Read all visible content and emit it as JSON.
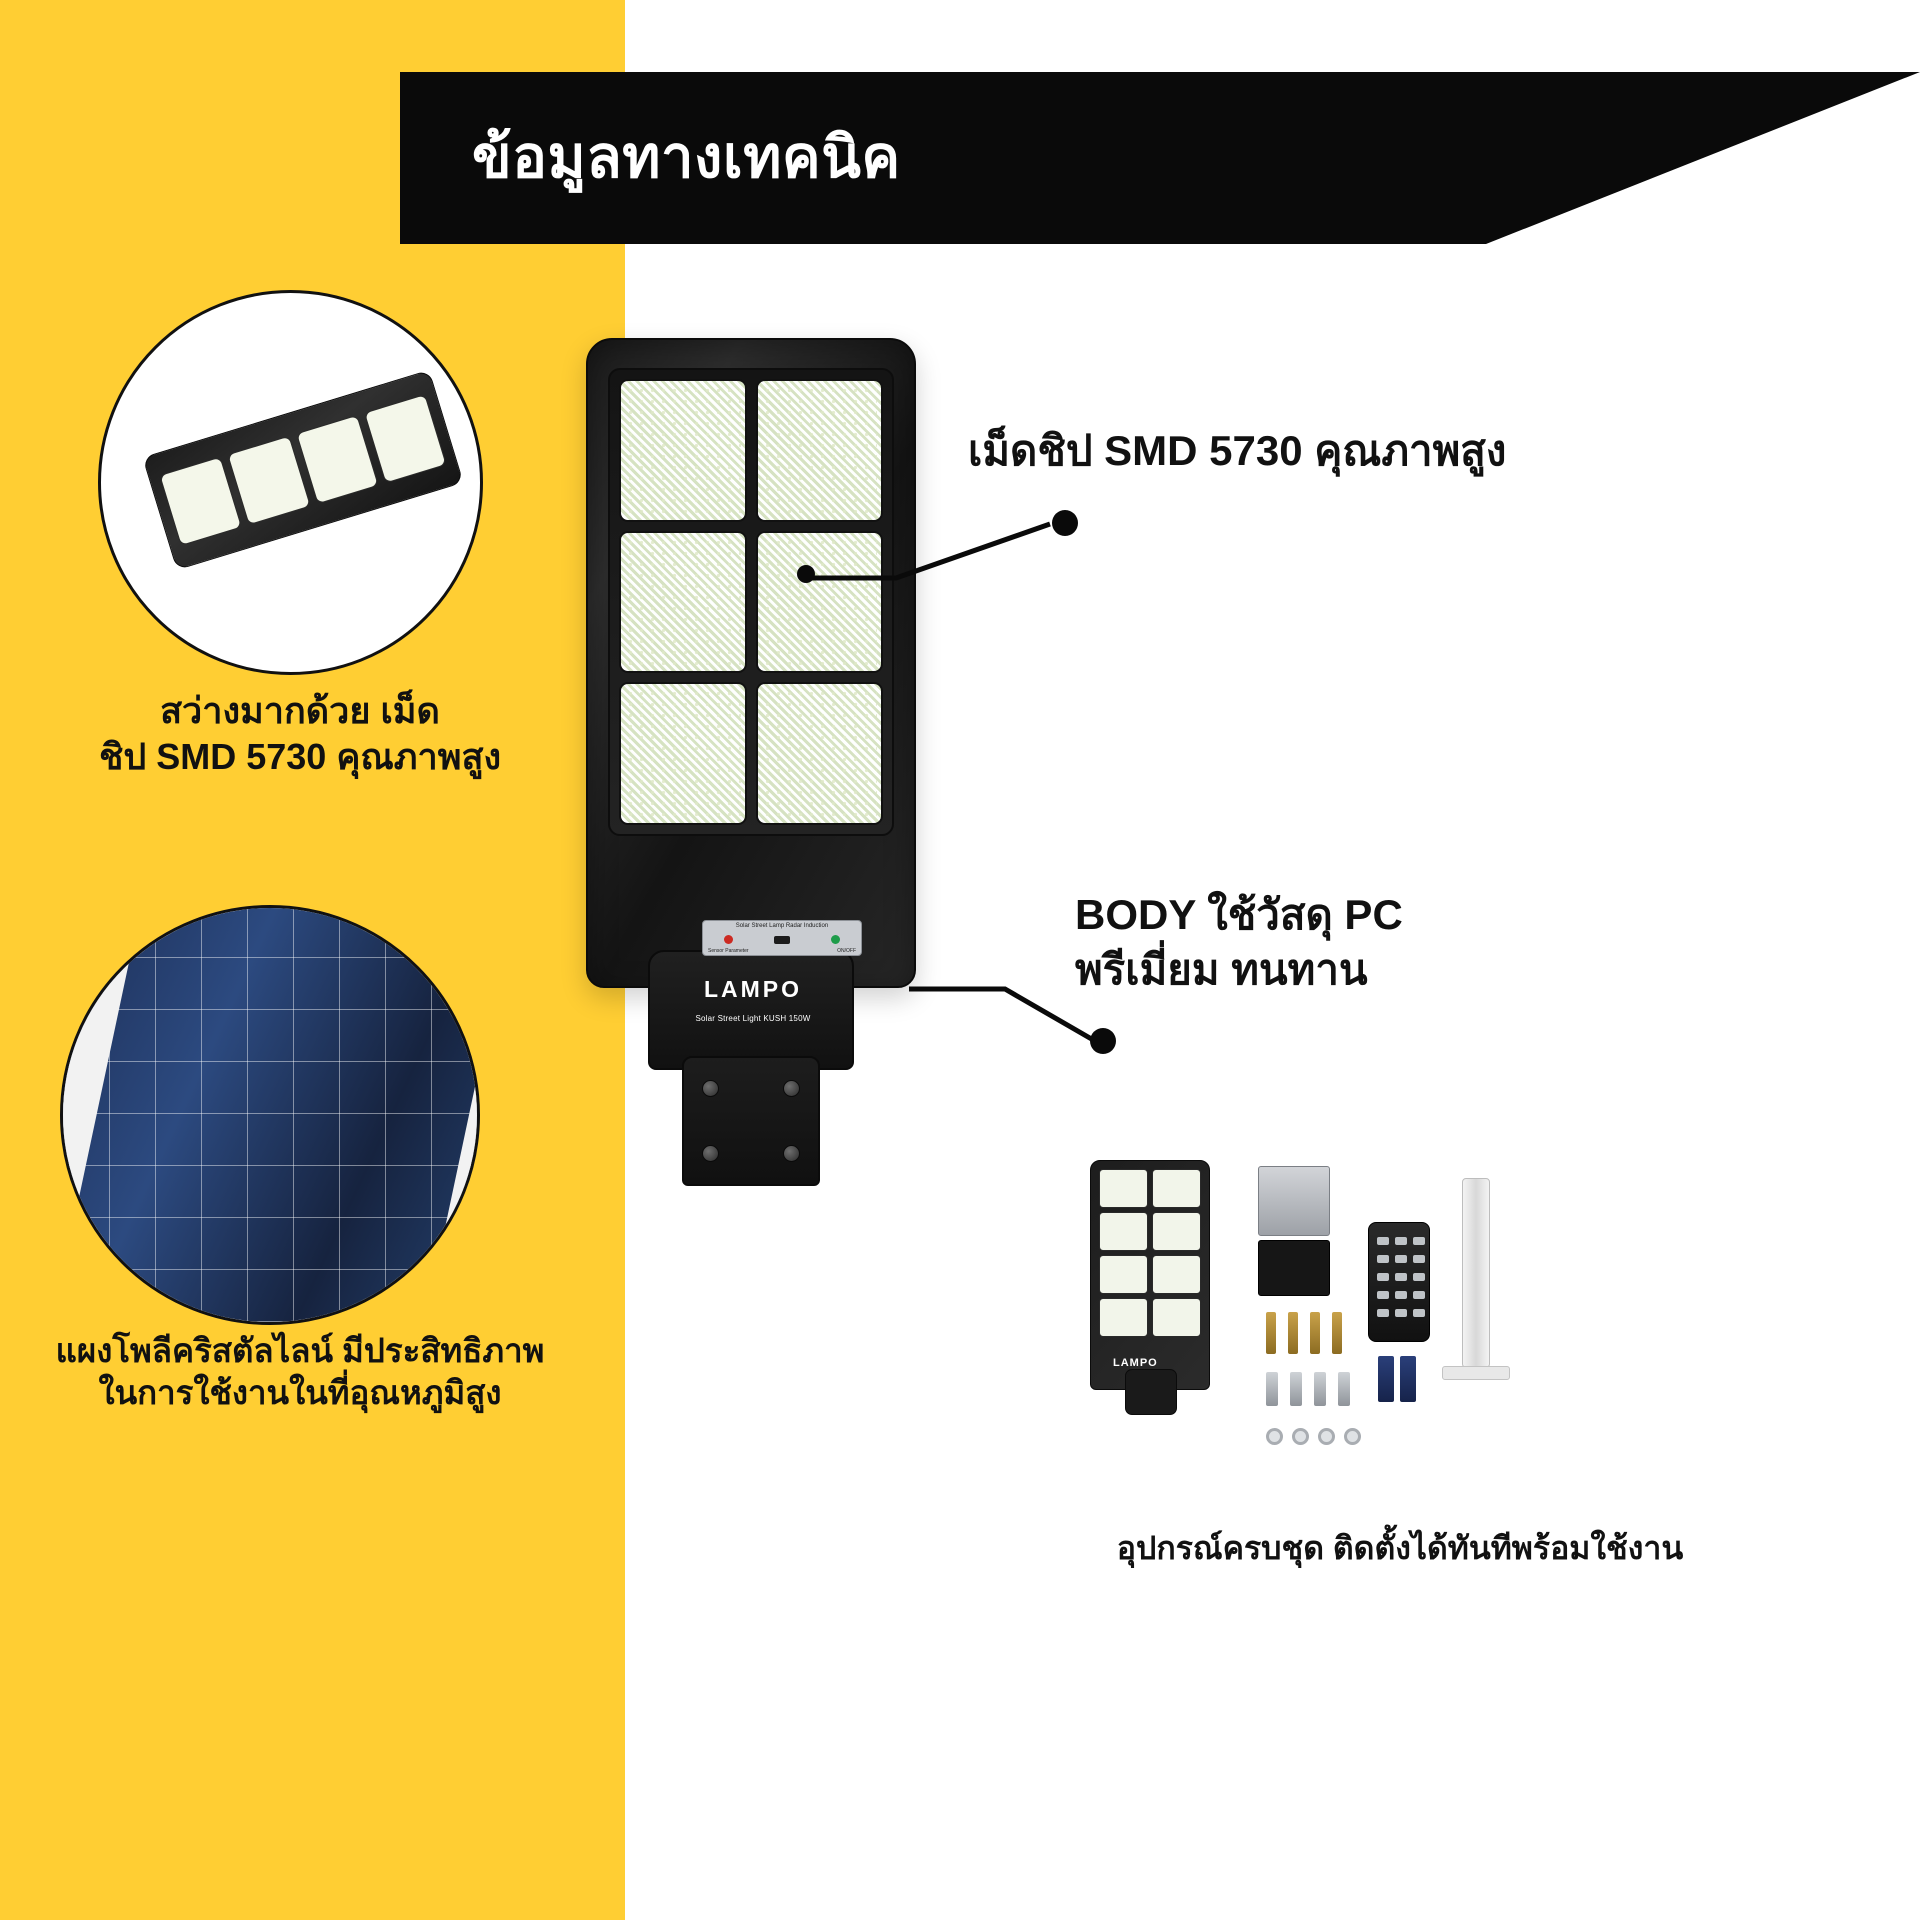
{
  "colors": {
    "brand_yellow": "#FFCE33",
    "ink_black": "#0A0A0A",
    "page_background": "#FFFFFF",
    "text_dark": "#111111",
    "text_light": "#FFFFFF"
  },
  "header": {
    "title": "ข้อมูลทางเทคนิค"
  },
  "features": [
    {
      "id": "chip",
      "label": "เม็ดชิป SMD 5730 คุณภาพสูง",
      "target": "led-panel-middle-right"
    },
    {
      "id": "body",
      "label_line1": "BODY ใช้วัสดุ PC",
      "label_line2": "พรีเมี่ยม ทนทาน",
      "target": "lamp-housing-right-edge"
    }
  ],
  "circles": [
    {
      "id": "led-closeup",
      "caption_line1": "สว่างมากด้วย เม็ด",
      "caption_line2": "ชิป SMD 5730 คุณภาพสูง"
    },
    {
      "id": "solar-panel",
      "caption_line1": "แผงโพลีคริสตัลไลน์ มีประสิทธิภาพ",
      "caption_line2": "ในการใช้งานในที่อุณหภูมิสูง"
    }
  ],
  "kit": {
    "caption": "อุปกรณ์ครบชุด ติดตั้งได้ทันทีพร้อมใช้งาน"
  },
  "product": {
    "brand": "LAMPO",
    "model_line": "Solar Street Light KUSH 150W",
    "control_panel": {
      "title": "Solar Street Lamp Radar Induction",
      "left_label": "Sensor Parameter",
      "right_label": "ON/OFF",
      "indicator_red": "#CC2A22",
      "indicator_dark": "#1C1C1C",
      "indicator_green": "#1E9C4A"
    }
  }
}
